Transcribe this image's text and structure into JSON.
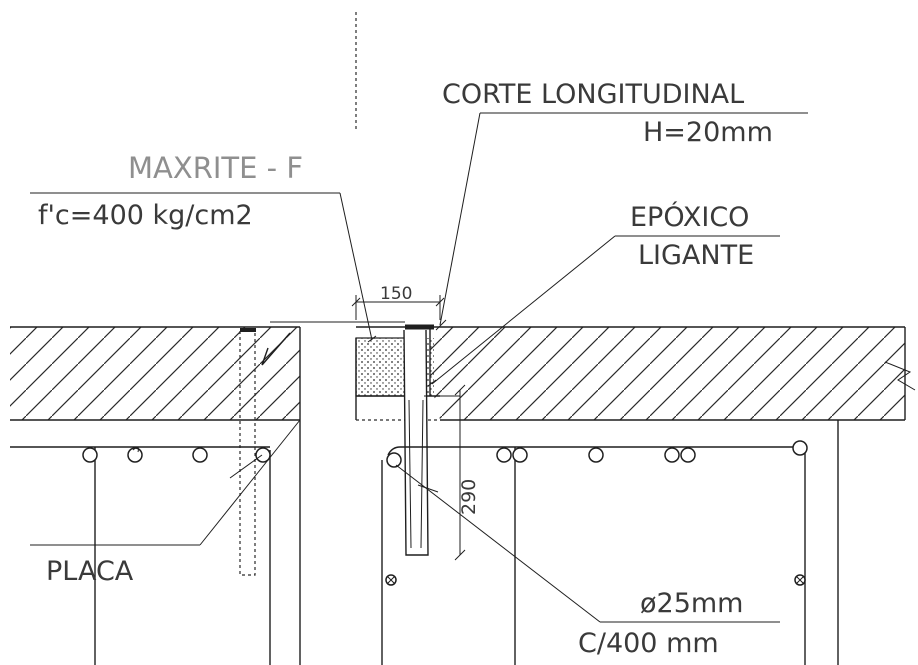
{
  "labels": {
    "corte_title": "CORTE  LONGITUDINAL",
    "corte_h": "H=20mm",
    "maxrite": "MAXRITE - F",
    "fc": "f'c=400  kg/cm2",
    "epoxico": "EPÓXICO",
    "ligante": "LIGANTE",
    "placa": "PLACA",
    "dim_150": "150",
    "dim_290": "290",
    "diameter": "ø25mm",
    "spacing": "C/400  mm"
  },
  "colors": {
    "line": "#1f1f1f",
    "text": "#3a3a3a",
    "text_grey": "#8f8f8f",
    "background": "#ffffff"
  }
}
